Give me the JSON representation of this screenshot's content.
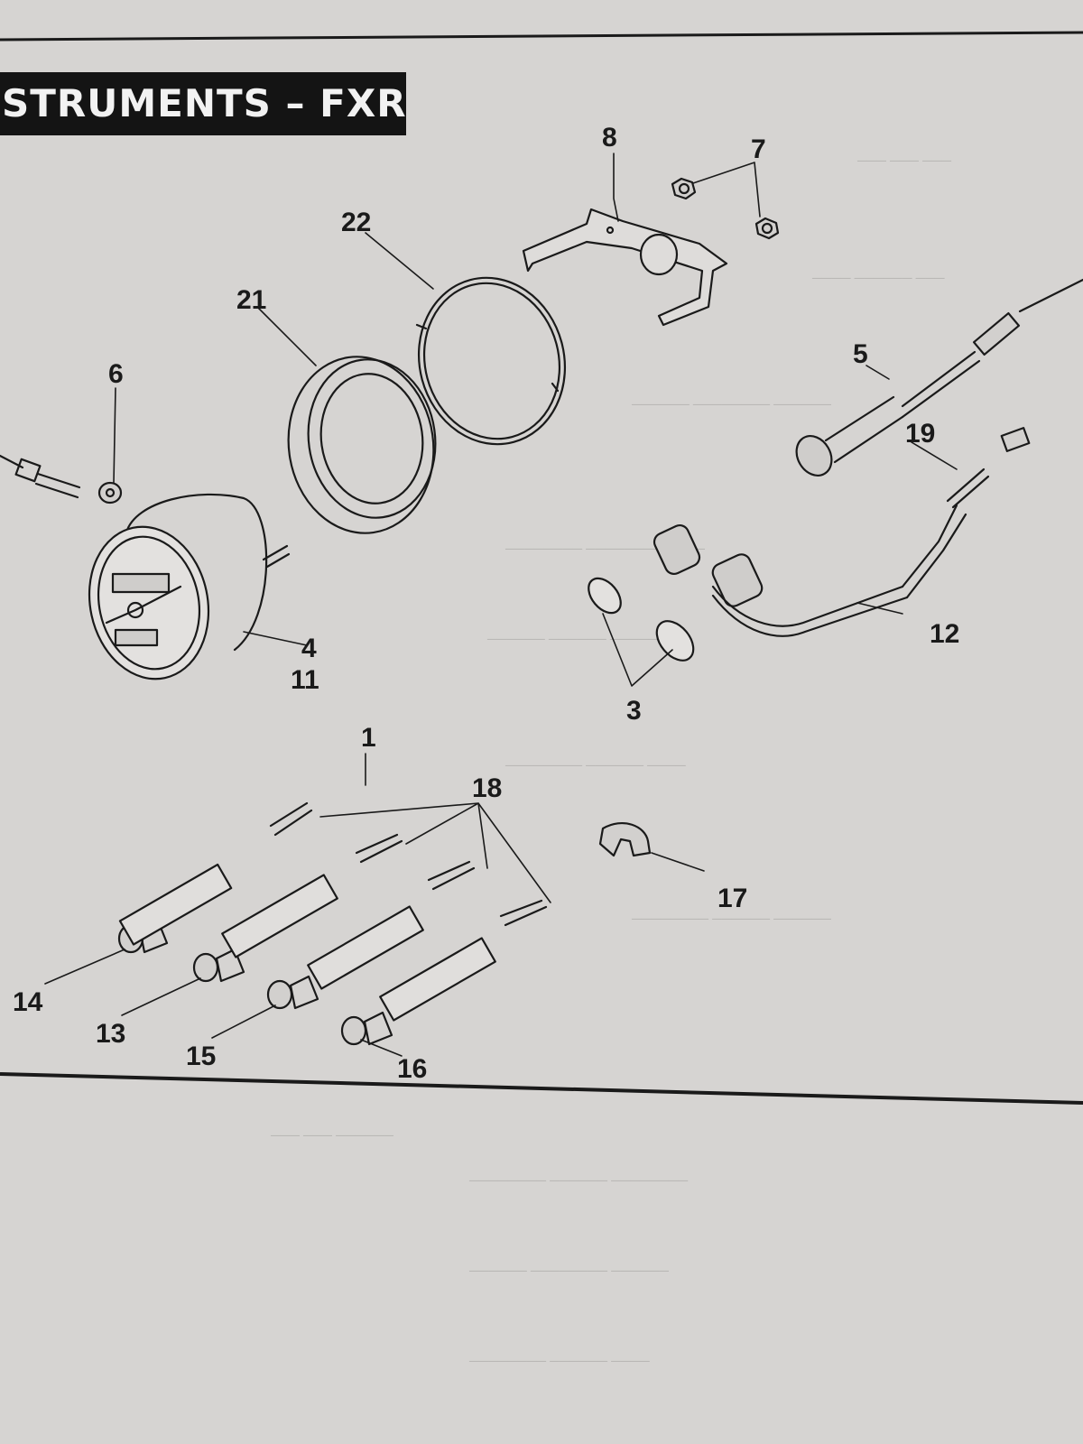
{
  "section_title": "STRUMENTS  –  FXR",
  "callouts": {
    "c1": "1",
    "c3": "3",
    "c4": "4",
    "c5": "5",
    "c6": "6",
    "c7": "7",
    "c8": "8",
    "c11": "11",
    "c12": "12",
    "c13": "13",
    "c14": "14",
    "c15": "15",
    "c16": "16",
    "c17": "17",
    "c18": "18",
    "c19": "19",
    "c21": "21",
    "c22": "22"
  },
  "colors": {
    "paper": "#d6d4d2",
    "ink": "#1a1a1a",
    "bleed": "#b9b7b5"
  }
}
